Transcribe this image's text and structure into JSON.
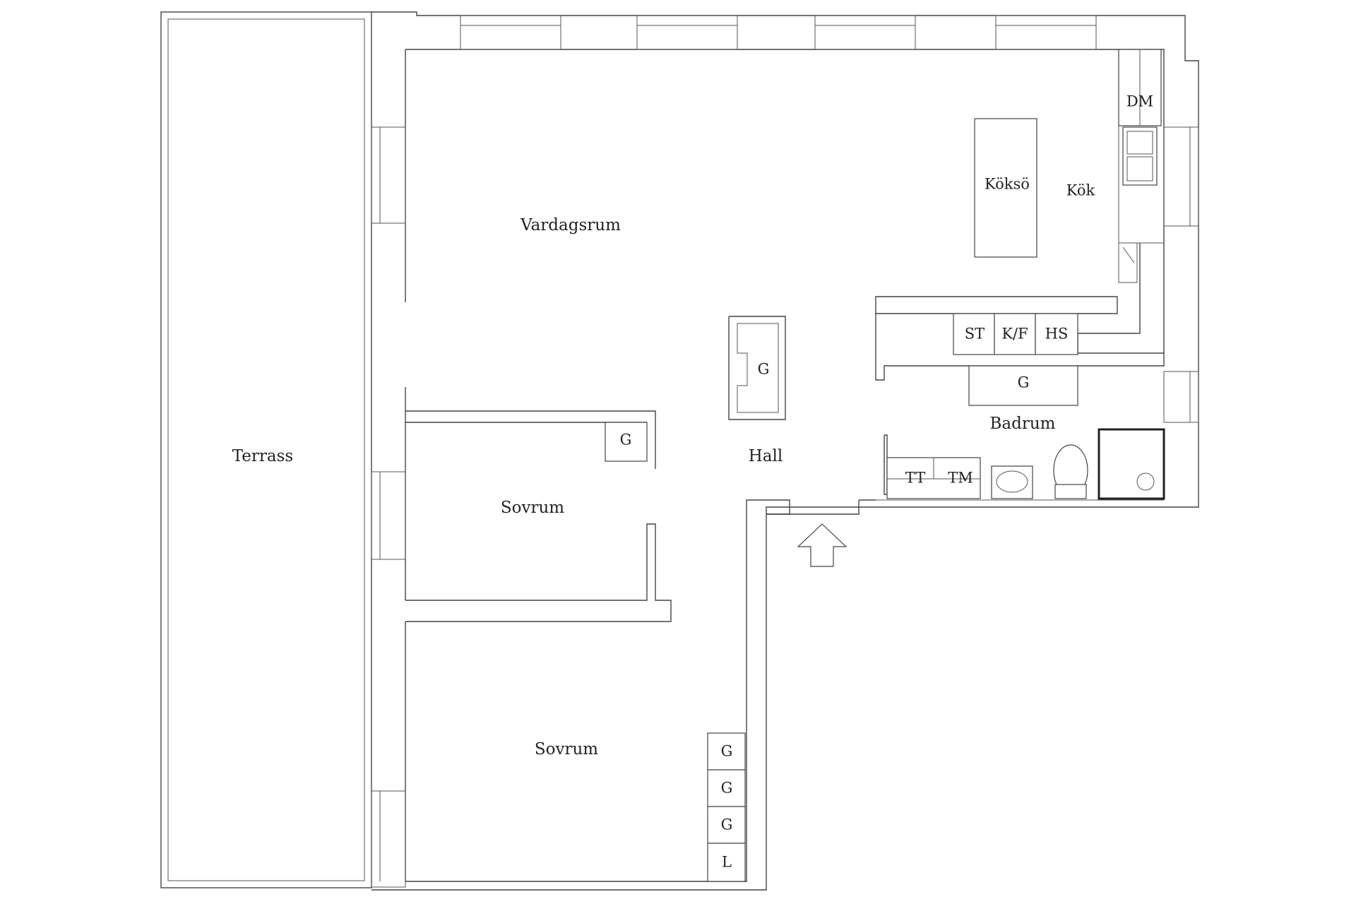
{
  "rooms": {
    "terrass": "Terrass",
    "vardagsrum": "Vardagsrum",
    "koksö": "Köksö",
    "kok": "Kök",
    "hall": "Hall",
    "sovrum_1": "Sovrum",
    "sovrum_2": "Sovrum",
    "badrum": "Badrum"
  },
  "fixtures": {
    "dm": "DM",
    "st": "ST",
    "kf": "K/F",
    "hs": "HS",
    "g_kitchen": "G",
    "g_hall": "G",
    "g_bedroom1": "G",
    "g_bedroom2_1": "G",
    "g_bedroom2_2": "G",
    "g_bedroom2_3": "G",
    "l_bedroom2": "L",
    "tt": "TT",
    "tm": "TM"
  },
  "entrance_icon": "arrow-up-icon"
}
